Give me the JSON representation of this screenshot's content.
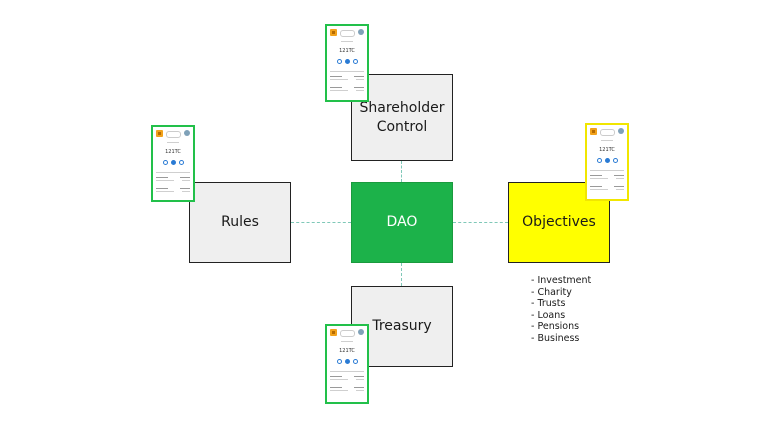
{
  "nodes": {
    "shareholder": {
      "lines": [
        "Shareholder",
        "Control"
      ]
    },
    "rules": {
      "label": "Rules"
    },
    "dao": {
      "label": "DAO"
    },
    "objectives": {
      "label": "Objectives"
    },
    "treasury": {
      "label": "Treasury"
    }
  },
  "objectives_list": [
    "Investment",
    "Charity",
    "Trusts",
    "Loans",
    "Pensions",
    "Business"
  ],
  "phone": {
    "balance": "121TC"
  },
  "colors": {
    "dao": "#1cb24a",
    "objectives": "#ffff00",
    "box_grey": "#efefef",
    "connector": "#7fc8b8",
    "phone_border_green": "#22c04a",
    "phone_border_yellow": "#f1e600"
  }
}
